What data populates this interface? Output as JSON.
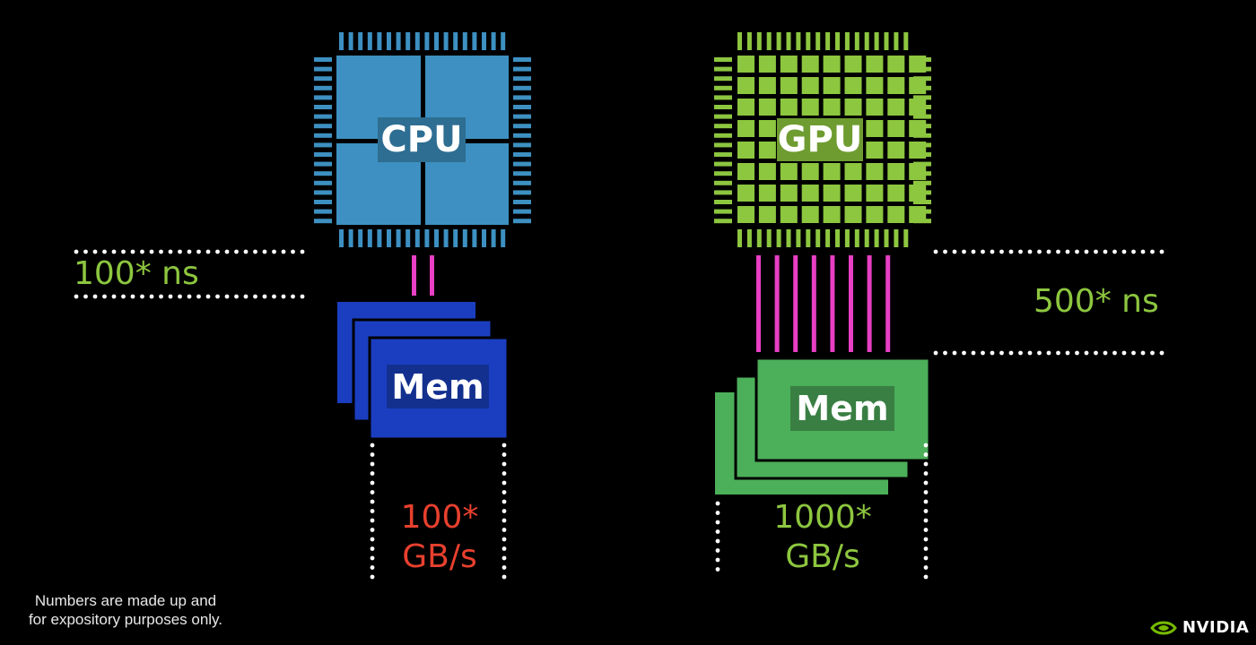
{
  "cpu": {
    "label": "CPU",
    "color": "#3d90c1",
    "label_bg": "#2e6e92"
  },
  "gpu": {
    "label": "GPU",
    "color": "#8dc63f",
    "label_bg": "#6f9c31"
  },
  "cpu_memory": {
    "label": "Mem",
    "color": "#1b3ec0",
    "label_bg": "#13308f"
  },
  "gpu_memory": {
    "label": "Mem",
    "color": "#4caf5a",
    "label_bg": "#397f43"
  },
  "links_color": "#e83fc4",
  "latency": {
    "cpu": {
      "text": "100* ns",
      "color": "#8dc63f"
    },
    "gpu": {
      "text": "500* ns",
      "color": "#8dc63f"
    }
  },
  "bandwidth": {
    "cpu": {
      "value": "100*",
      "unit": "GB/s",
      "color": "#e8402e"
    },
    "gpu": {
      "value": "1000*",
      "unit": "GB/s",
      "color": "#8dc63f"
    }
  },
  "footnote": {
    "line1": "Numbers are made up and",
    "line2": "for expository purposes only."
  },
  "brand": {
    "name": "NVIDIA",
    "icon": "nvidia-eye-icon",
    "color": "#76b900"
  }
}
